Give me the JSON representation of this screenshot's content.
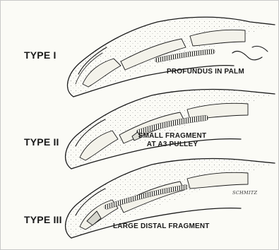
{
  "diagrams": [
    {
      "type_label": "TYPE I",
      "note": "PROFUNDUS IN PALM"
    },
    {
      "type_label": "TYPE II",
      "note_line1": "SMALL FRAGMENT",
      "note_line2": "AT A3 PULLEY"
    },
    {
      "type_label": "TYPE III",
      "note": "LARGE DISTAL FRAGMENT"
    }
  ],
  "signature": "SCHMITZ",
  "colors": {
    "ink": "#1a1a1a",
    "paper": "#fbfbf6",
    "tendon": "#4a4a4a",
    "bone": "#f3f2ea"
  }
}
